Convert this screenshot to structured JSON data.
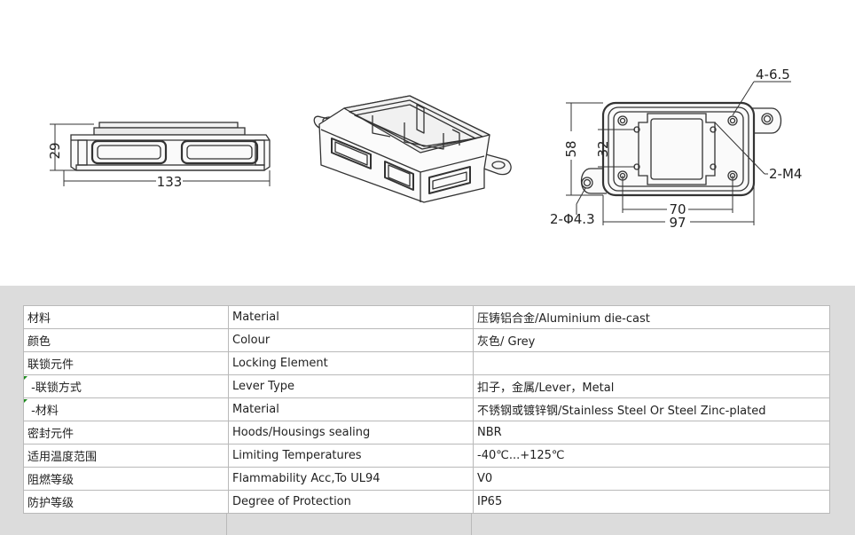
{
  "drawing": {
    "side_view": {
      "height_dim": "29",
      "width_dim": "133"
    },
    "top_view": {
      "height_dim": "58",
      "inner_height_dim": "32",
      "inner_width_dim": "70",
      "width_dim": "97",
      "slot_dim": "4-6.5",
      "thread_dim": "2-M4",
      "hole_dim": "2-Φ4.3"
    }
  },
  "spec_table": {
    "rows": [
      {
        "cn": "材料",
        "en": "Material",
        "value": "压铸铝合金/Aluminium die-cast"
      },
      {
        "cn": "颜色",
        "en": "Colour",
        "value": "灰色/ Grey"
      },
      {
        "cn": "联锁元件",
        "en": "Locking Element",
        "value": ""
      },
      {
        "cn": " -联锁方式",
        "en": "Lever Type",
        "value": "扣子，金属/Lever，Metal"
      },
      {
        "cn": " -材料",
        "en": "Material",
        "value": "不锈钢或镀锌钢/Stainless Steel Or Steel Zinc-plated"
      },
      {
        "cn": "密封元件",
        "en": "Hoods/Housings sealing",
        "value": "NBR"
      },
      {
        "cn": "适用温度范围",
        "en": "Limiting Temperatures",
        "value": "-40℃...+125℃"
      },
      {
        "cn": "阻燃等级",
        "en": "Flammability Acc,To UL94",
        "value": "V0"
      },
      {
        "cn": "防护等级",
        "en": "Degree of Protection",
        "value": "IP65"
      }
    ]
  }
}
